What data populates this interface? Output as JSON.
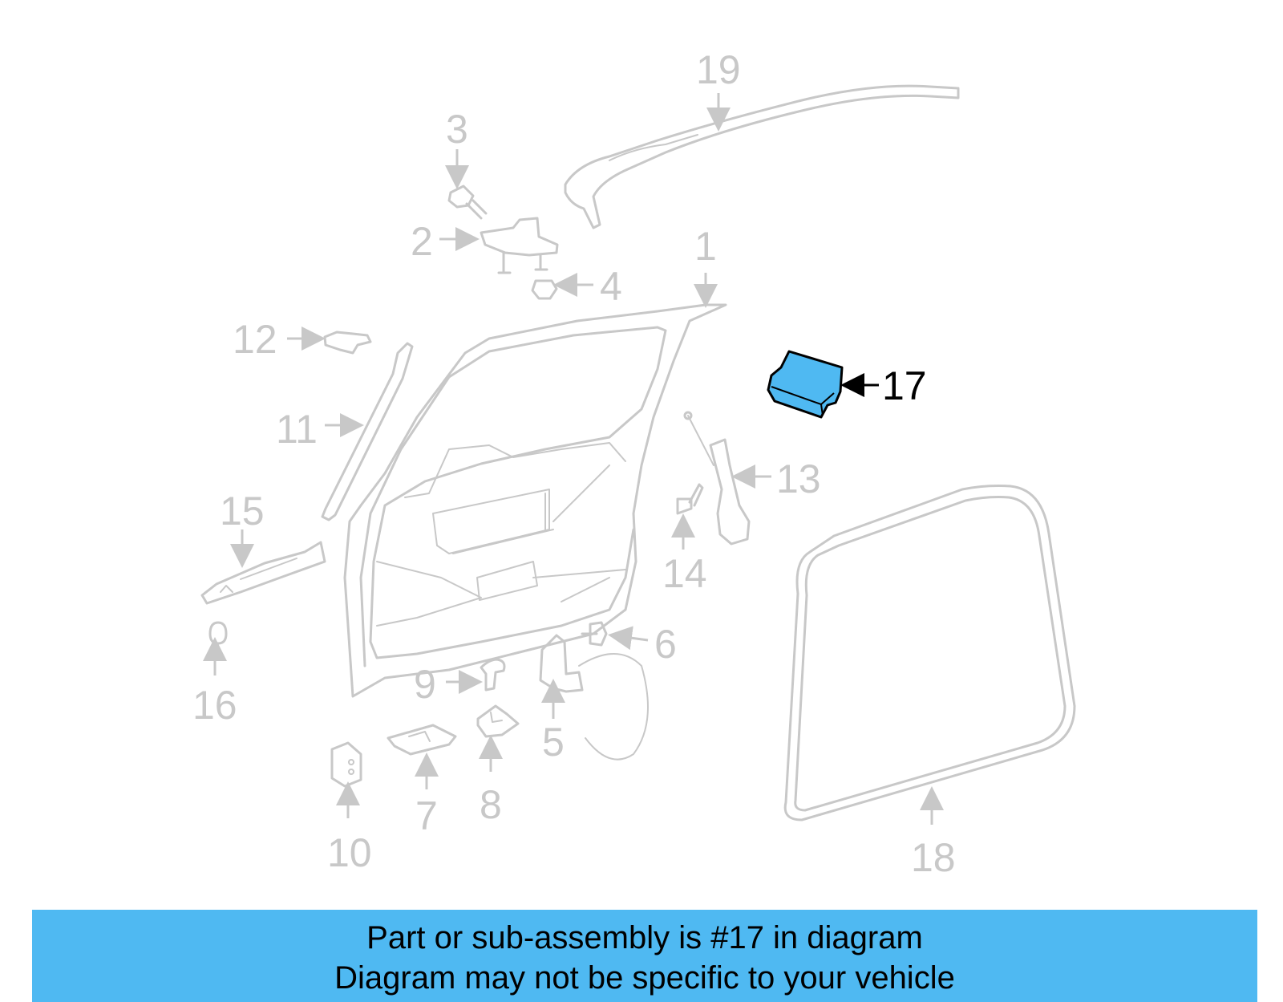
{
  "colors": {
    "part_stroke": "#c8c8c8",
    "highlight_fill": "#4fb9f2",
    "highlight_stroke": "#000000",
    "banner_bg": "#4fb9f2"
  },
  "callouts": {
    "c1": "1",
    "c2": "2",
    "c3": "3",
    "c4": "4",
    "c5": "5",
    "c6": "6",
    "c7": "7",
    "c8": "8",
    "c9": "9",
    "c10": "10",
    "c11": "11",
    "c12": "12",
    "c13": "13",
    "c14": "14",
    "c15": "15",
    "c16": "16",
    "c17": "17",
    "c18": "18",
    "c19": "19"
  },
  "highlighted_part": "17",
  "banner": {
    "line1": "Part or sub-assembly is #17 in diagram",
    "line2": "Diagram may not be specific to your vehicle"
  }
}
